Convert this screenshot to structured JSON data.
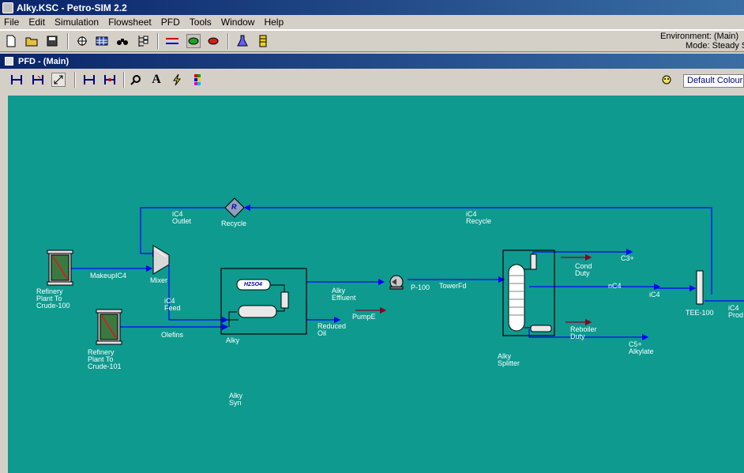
{
  "app": {
    "title": "Alky.KSC - Petro-SIM 2.2"
  },
  "menu": [
    "File",
    "Edit",
    "Simulation",
    "Flowsheet",
    "PFD",
    "Tools",
    "Window",
    "Help"
  ],
  "environment": {
    "line1": "Environment: (Main)",
    "line2": "Mode: Steady Sta"
  },
  "pfd_window": {
    "title": "PFD -  (Main)",
    "colour_scheme": "Default Colour S"
  },
  "flowsheet": {
    "labels": {
      "ic4_outlet_1": "iC4",
      "ic4_outlet_2": "Outlet",
      "recycle": "Recycle",
      "ic4_recycle_1": "iC4",
      "ic4_recycle_2": "Recycle",
      "rp100_1": "Refinery",
      "rp100_2": "Plant To",
      "rp100_3": "Crude-100",
      "makeup": "MakeupIC4",
      "mixer": "Mixer",
      "ic4feed_1": "iC4",
      "ic4feed_2": "Feed",
      "rp101_1": "Refinery",
      "rp101_2": "Plant To",
      "rp101_3": "Crude-101",
      "olefins": "Olefins",
      "alky": "Alky",
      "h2so4": "H2SO4",
      "alkyeff_1": "Alky",
      "alkyeff_2": "Effluent",
      "reduced_1": "Reduced",
      "reduced_2": "Oil",
      "pumpe": "PumpE",
      "p100": "P-100",
      "towerfd": "TowerFd",
      "cond_1": "Cond",
      "cond_2": "Duty",
      "c3plus": "C3+",
      "nc4": "nC4",
      "ic4": "iC4",
      "reboiler_1": "Reboiler",
      "reboiler_2": "Duty",
      "c5_1": "C5+",
      "c5_2": "Alkylate",
      "splitter_1": "Alky",
      "splitter_2": "Splitter",
      "tee100": "TEE-100",
      "ic4prod_1": "iC4",
      "ic4prod_2": "Prod",
      "alkysyn_1": "Alky",
      "alkysyn_2": "Syn",
      "recycle_symbol": "R"
    }
  },
  "colors": {
    "canvas": "#0e9a8f",
    "stream": "#0000ff",
    "energy": "#8b0020",
    "titlebar": "#0a246a"
  }
}
